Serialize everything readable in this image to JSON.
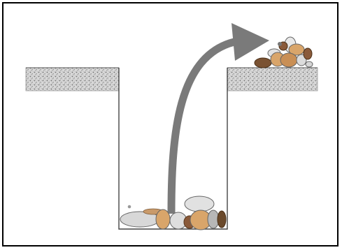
{
  "diagram": {
    "description_text": "",
    "colors": {
      "frame": "#000000",
      "background": "#ffffff",
      "ground_texture": "#8c8c8c",
      "hole_outline": "#444444",
      "arrow": "#7a7a7a",
      "stone_tan": "#d9a56a",
      "stone_brown": "#8a5a3a",
      "stone_gray": "#d6d6d6"
    },
    "icons": {
      "arrow": "curved-up-right-arrow",
      "ground": "textured-soil-surface",
      "rocks": "pile-of-stones"
    }
  }
}
